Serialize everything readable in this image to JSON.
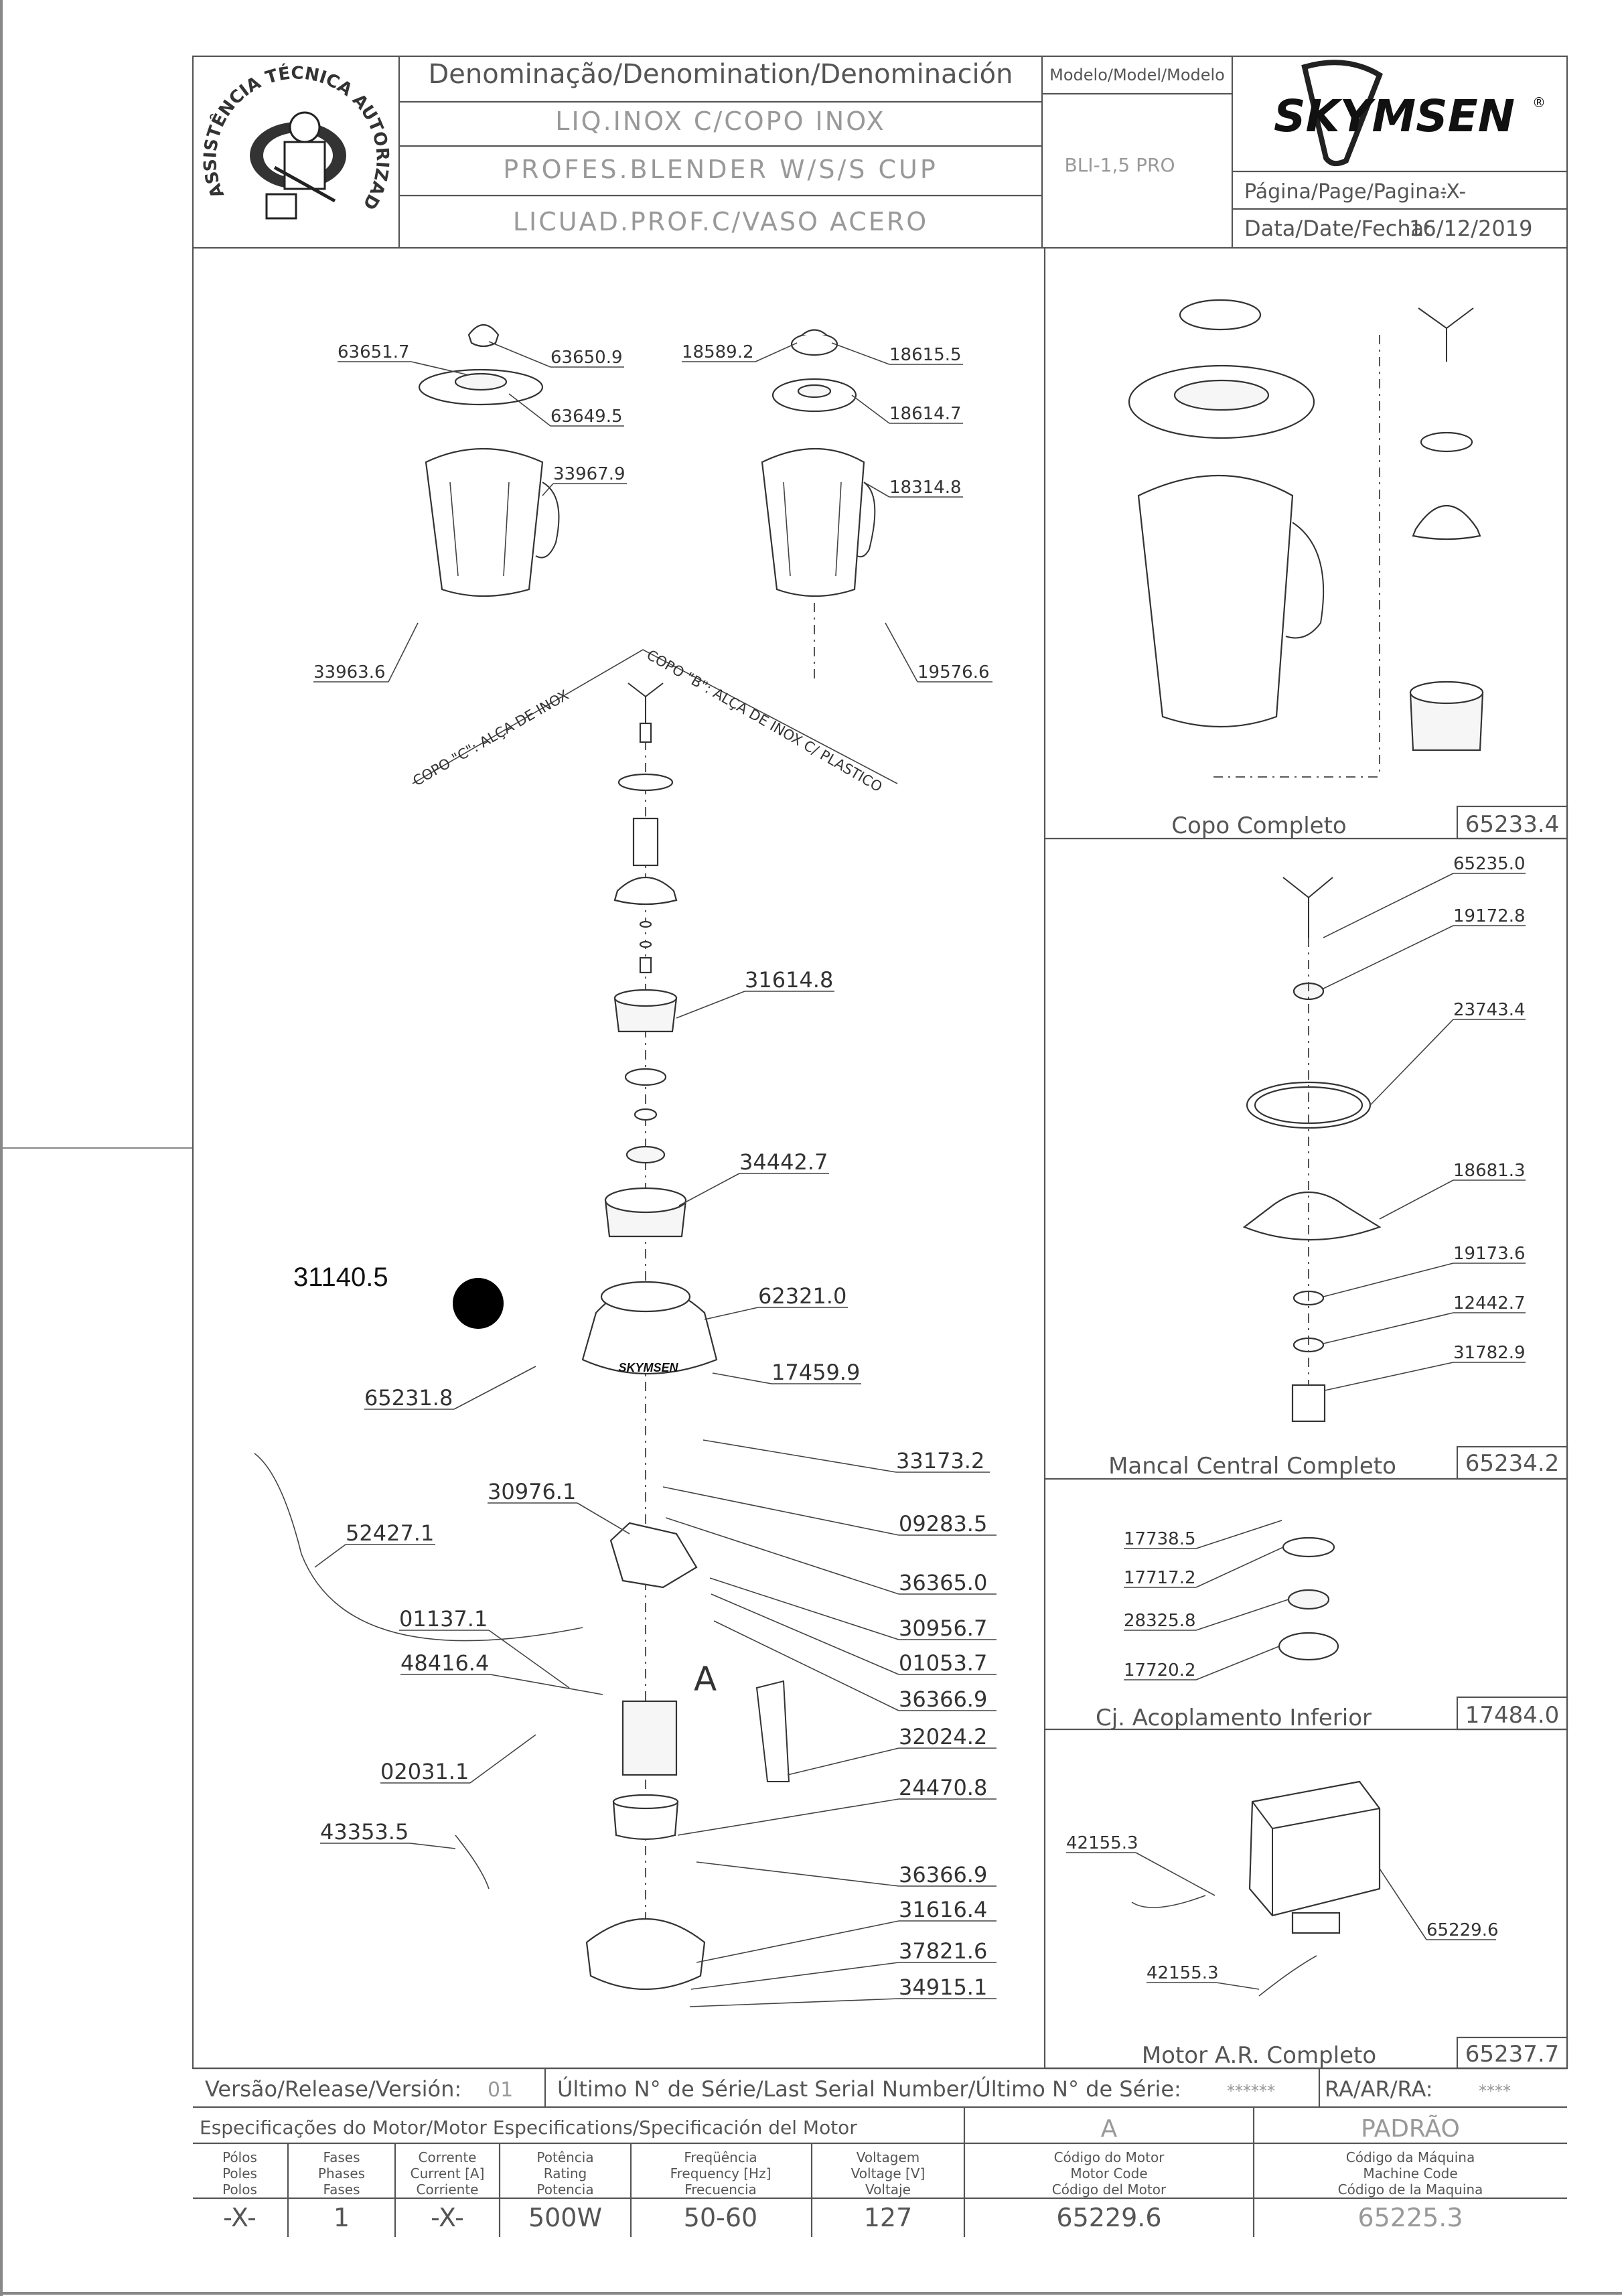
{
  "header": {
    "logo_text": "ASSISTÊNCIA TÉCNICA AUTORIZADA",
    "denomination_title": "Denominação/Denomination/Denominación",
    "denomination_pt": "LIQ.INOX C/COPO INOX",
    "denomination_en": "PROFES.BLENDER W/S/S CUP",
    "denomination_es": "LICUAD.PROF.C/VASO ACERO",
    "model_title": "Modelo/Model/Modelo",
    "model_value": "BLI-1,5 PRO",
    "brand": "SKYMSEN",
    "brand_mark": "®",
    "page_label": "Página/Page/Pagina:",
    "page_value": "-X-",
    "date_label": "Data/Date/Fecha:",
    "date_value": "16/12/2019"
  },
  "main_diagram": {
    "cup_c_label": "COPO \"C\": ALÇA DE INOX",
    "cup_b_label": "COPO \"B\": ALÇA DE INOX C/ PLASTICO",
    "detail_letter": "A",
    "base_logo": "SKYMSEN",
    "loose_part": "31140.5",
    "callouts": [
      "63651.7",
      "63650.9",
      "63649.5",
      "33967.9",
      "33963.6",
      "18589.2",
      "18615.5",
      "18614.7",
      "18314.8",
      "19576.6",
      "31614.8",
      "34442.7",
      "62321.0",
      "17459.9",
      "65231.8",
      "33173.2",
      "30976.1",
      "09283.5",
      "52427.1",
      "36365.0",
      "30956.7",
      "01053.7",
      "01137.1",
      "48416.4",
      "36366.9",
      "32024.2",
      "02031.1",
      "24470.8",
      "43353.5",
      "36366.9",
      "31616.4",
      "37821.6",
      "34915.1"
    ]
  },
  "panels": {
    "copo_completo": {
      "title": "Copo Completo",
      "code": "65233.4"
    },
    "mancal": {
      "title": "Mancal Central Completo",
      "code": "65234.2",
      "callouts": [
        "65235.0",
        "19172.8",
        "23743.4",
        "18681.3",
        "19173.6",
        "12442.7",
        "31782.9"
      ]
    },
    "acoplamento": {
      "title": "Cj. Acoplamento Inferior",
      "code": "17484.0",
      "callouts": [
        "17738.5",
        "17717.2",
        "28325.8",
        "17720.2"
      ]
    },
    "motor": {
      "title": "Motor A.R. Completo",
      "code": "65237.7",
      "callouts": [
        "42155.3",
        "65229.6",
        "42155.3"
      ]
    }
  },
  "footer": {
    "release_label": "Versão/Release/Versión:",
    "release_value": "01",
    "serial_label": "Último N° de Série/Last Serial Number/Último N° de Série:",
    "serial_value": "******",
    "ra_label": "RA/AR/RA:",
    "ra_value": "****",
    "motor_spec_title": "Especificações do Motor/Motor Especifications/Specificación del Motor",
    "motor_variant": "A",
    "padrao": "PADRÃO",
    "headers": [
      [
        "Pólos",
        "Poles",
        "Polos"
      ],
      [
        "Fases",
        "Phases",
        "Fases"
      ],
      [
        "Corrente",
        "Current [A]",
        "Corriente"
      ],
      [
        "Potência",
        "Rating",
        "Potencia"
      ],
      [
        "Freqüência",
        "Frequency [Hz]",
        "Frecuencia"
      ],
      [
        "Voltagem",
        "Voltage [V]",
        "Voltaje"
      ],
      [
        "Código do Motor",
        "Motor Code",
        "Código del Motor"
      ],
      [
        "Código da Máquina",
        "Machine Code",
        "Código de la Maquina"
      ]
    ],
    "values": [
      "-X-",
      "1",
      "-X-",
      "500W",
      "50-60",
      "127",
      "65229.6",
      "65225.3"
    ]
  },
  "colors": {
    "line": "#333333",
    "muted": "#999999",
    "frame": "#555555"
  }
}
